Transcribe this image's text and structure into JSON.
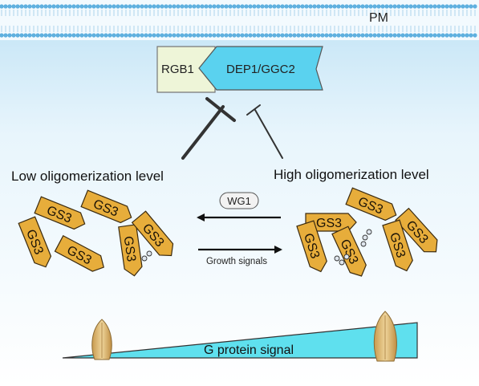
{
  "membrane": {
    "label": "PM"
  },
  "complex": {
    "left_label": "RGB1",
    "right_label": "DEP1/GGC2"
  },
  "levels": {
    "low": "Low oligomerization level",
    "high": "High oligomerization level"
  },
  "arrows": {
    "top_label": "WG1",
    "bottom_label": "Growth signals"
  },
  "protein": {
    "label": "GS3"
  },
  "gradient": {
    "label": "G protein signal"
  },
  "colors": {
    "membrane_blue": "#5fb0df",
    "rgb1_fill": "#eef5d8",
    "dep1_fill": "#5ad2ef",
    "gs3_fill": "#e7ad3b",
    "wedge_fill": "#5fe0ee",
    "seed_fill": "#e0bc78"
  }
}
